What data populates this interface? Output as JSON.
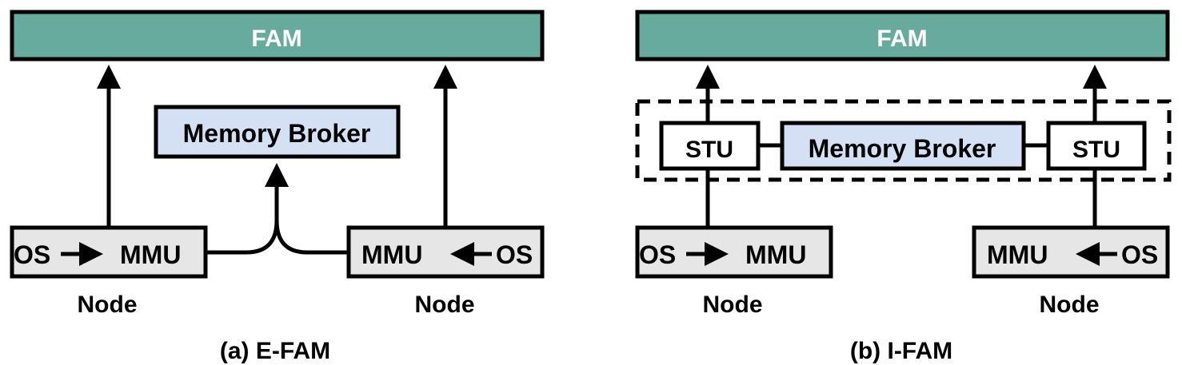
{
  "colors": {
    "fam_fill": "#67ab9f",
    "broker_fill": "#d4e1f5",
    "node_fill": "#e6e6e6",
    "unit_fill": "#ffffff",
    "stroke": "#000000"
  },
  "panels": {
    "a": {
      "caption": "(a) E-FAM",
      "fam_label": "FAM",
      "broker_label": "Memory Broker",
      "left_node": {
        "os": "OS",
        "mmu": "MMU",
        "label": "Node"
      },
      "right_node": {
        "os": "OS",
        "mmu": "MMU",
        "label": "Node"
      }
    },
    "b": {
      "caption": "(b) I-FAM",
      "fam_label": "FAM",
      "broker_label": "Memory Broker",
      "stu_left": "STU",
      "stu_right": "STU",
      "left_node": {
        "os": "OS",
        "mmu": "MMU",
        "label": "Node"
      },
      "right_node": {
        "os": "OS",
        "mmu": "MMU",
        "label": "Node"
      }
    }
  }
}
